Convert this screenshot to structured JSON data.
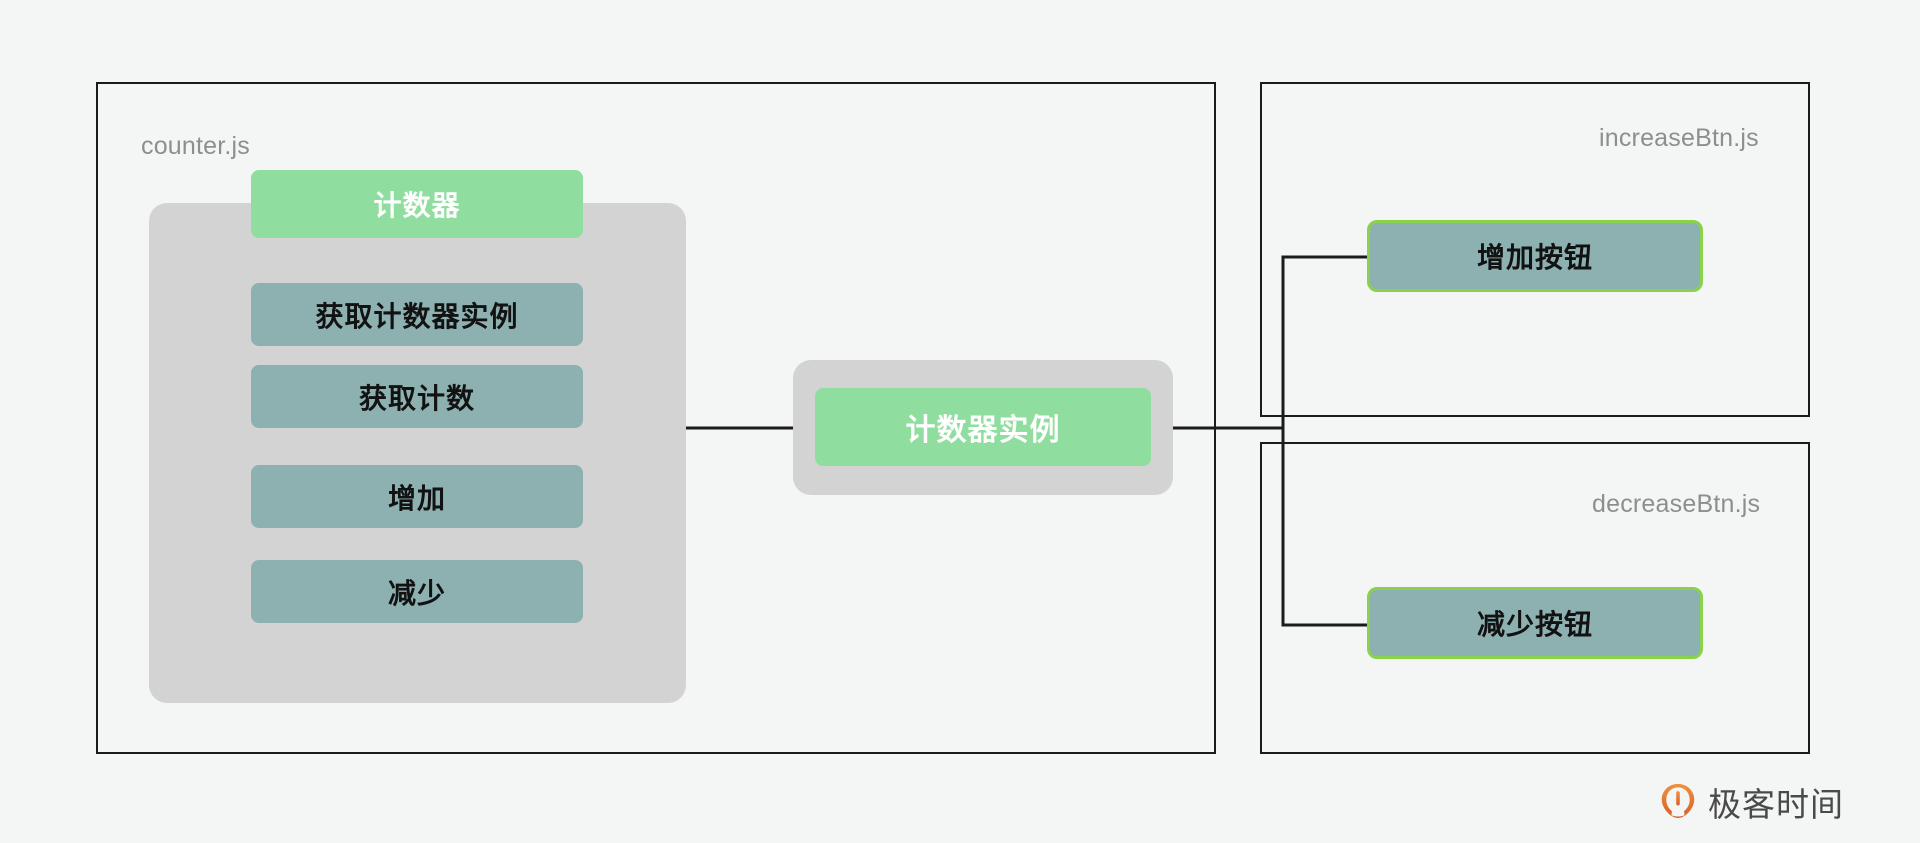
{
  "diagram": {
    "background_color": "#f4f6f5",
    "panels": [
      {
        "id": "counter",
        "label": "counter.js",
        "group_color": "#d3d3d3",
        "nodes": [
          {
            "id": "counter",
            "label": "计数器",
            "style": "green"
          },
          {
            "id": "get-instance",
            "label": "获取计数器实例",
            "style": "teal"
          },
          {
            "id": "get-count",
            "label": "获取计数",
            "style": "teal"
          },
          {
            "id": "increase",
            "label": "增加",
            "style": "teal"
          },
          {
            "id": "decrease",
            "label": "减少",
            "style": "teal"
          }
        ]
      },
      {
        "id": "increaseBtn",
        "label": "increaseBtn.js",
        "nodes": [
          {
            "id": "increase-btn",
            "label": "增加按钮",
            "style": "teal-outlined"
          }
        ]
      },
      {
        "id": "decreaseBtn",
        "label": "decreaseBtn.js",
        "nodes": [
          {
            "id": "decrease-btn",
            "label": "减少按钮",
            "style": "teal-outlined"
          }
        ]
      }
    ],
    "center": {
      "group_color": "#d3d3d3",
      "node": {
        "id": "instance",
        "label": "计数器实例",
        "style": "green"
      }
    },
    "colors": {
      "green": "#90de9f",
      "teal": "#8db0b1",
      "outline_green": "#8ad24b",
      "grey_group": "#d3d3d3",
      "line": "#1b1b1b",
      "panel_label": "#8b8f8d"
    },
    "connections": [
      {
        "from": "counter.js",
        "to": "计数器实例"
      },
      {
        "from": "计数器实例",
        "to": "增加按钮"
      },
      {
        "from": "计数器实例",
        "to": "减少按钮"
      }
    ]
  },
  "brand": {
    "name": "极客时间",
    "mark": "geektime-logo-icon",
    "mark_color": "#e8742c"
  }
}
